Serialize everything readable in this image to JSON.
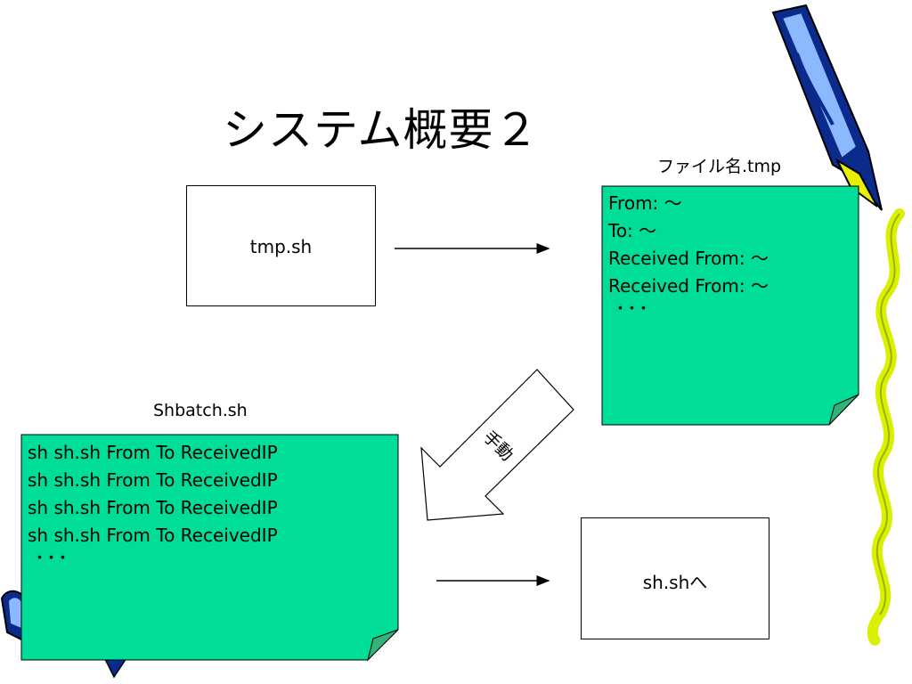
{
  "slide": {
    "title": "システム概要２",
    "file_label": "ファイル名.tmp",
    "tmp_box": "tmp.sh",
    "tmp_note": {
      "lines": [
        "From: ～",
        "To: ～",
        "Received From: ～",
        "Received From: ～"
      ],
      "ellipsis": "･･･"
    },
    "batch_label": "Shbatch.sh",
    "batch_note": {
      "lines": [
        "sh sh.sh From To ReceivedIP",
        "sh sh.sh From To ReceivedIP",
        "sh sh.sh From To ReceivedIP",
        "sh sh.sh From To ReceivedIP"
      ],
      "ellipsis": "･･･"
    },
    "manual_label": "手動",
    "sh_box": "sh.shへ"
  },
  "colors": {
    "note_fill": "#00dd99",
    "note_fold": "#33b37a",
    "pen_blue": "#0a2a8c",
    "pen_light": "#8cb8ff",
    "pen_yellow": "#e6f000",
    "ribbon": "#d9f000"
  }
}
